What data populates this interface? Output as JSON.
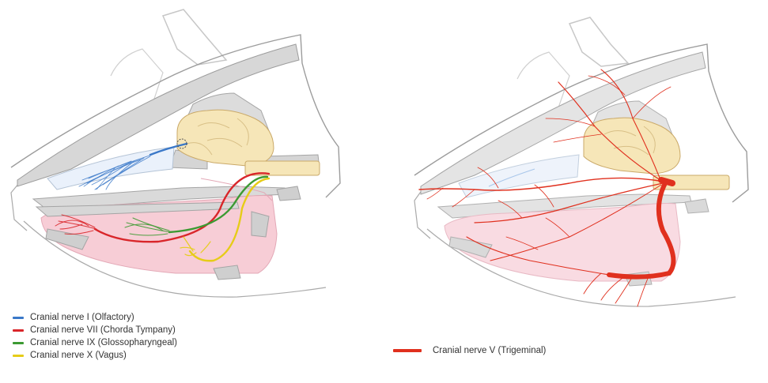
{
  "colors": {
    "olfactory": "#3a78c8",
    "chorda_tympany": "#d9262a",
    "glossopharyngeal": "#3c9a32",
    "vagus": "#e6cc18",
    "trigeminal": "#e0301e",
    "brain": "#f6e6b8",
    "tongue": "#f7cdd6",
    "bone": "#d7d7d7",
    "outline": "#9c9c9c"
  },
  "legend_left": [
    {
      "label": "Cranial nerve I (Olfactory)",
      "color_key": "olfactory"
    },
    {
      "label": "Cranial nerve VII (Chorda Tympany)",
      "color_key": "chorda_tympany"
    },
    {
      "label": "Cranial nerve IX (Glossopharyngeal)",
      "color_key": "glossopharyngeal"
    },
    {
      "label": "Cranial nerve X (Vagus)",
      "color_key": "vagus"
    }
  ],
  "legend_right": [
    {
      "label": "Cranial nerve V (Trigeminal)",
      "color_key": "trigeminal"
    }
  ]
}
